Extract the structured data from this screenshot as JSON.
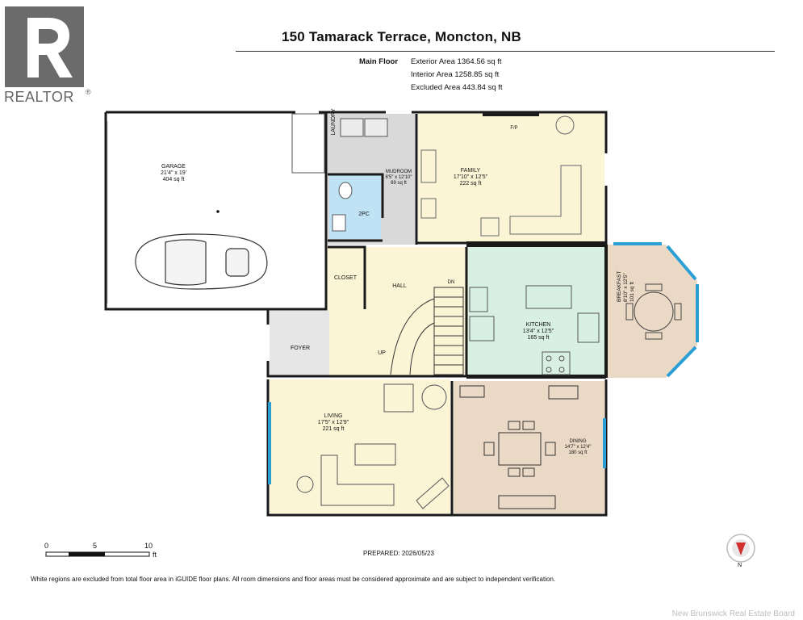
{
  "header": {
    "title": "150 Tamarack Terrace, Moncton, NB",
    "floor_label": "Main Floor",
    "exterior_area": "Exterior Area 1364.56 sq ft",
    "interior_area": "Interior Area 1258.85 sq ft",
    "excluded_area": "Excluded Area 443.84 sq ft"
  },
  "logo": {
    "text": "REALTOR",
    "mark": "®"
  },
  "rooms": {
    "garage": {
      "name": "GARAGE",
      "dims": "21'4\" x 19'",
      "area": "404 sq ft"
    },
    "laundry": {
      "name": "LAUNDRY"
    },
    "mudroom": {
      "name": "MUDROOM",
      "dims": "8'5\" x 12'10\"",
      "area": "69 sq ft"
    },
    "two_pc": {
      "name": "2PC"
    },
    "family": {
      "name": "FAMILY",
      "dims": "17'10\" x 12'5\"",
      "area": "222 sq ft",
      "fp": "F/P"
    },
    "closet": {
      "name": "CLOSET"
    },
    "hall": {
      "name": "HALL"
    },
    "dn": "DN",
    "up": "UP",
    "foyer": {
      "name": "FOYER"
    },
    "kitchen": {
      "name": "KITCHEN",
      "dims": "13'4\" x 12'5\"",
      "area": "165 sq ft"
    },
    "breakfast": {
      "name": "BREAKFAST",
      "dims": "8'10\" x 12'5\"",
      "area": "101 sq ft"
    },
    "living": {
      "name": "LIVING",
      "dims": "17'5\" x 12'9\"",
      "area": "221 sq ft"
    },
    "dining": {
      "name": "DINING",
      "dims": "14'7\" x 12'4\"",
      "area": "180 sq ft"
    }
  },
  "scale": {
    "labels": [
      "0",
      "5",
      "10"
    ],
    "unit": "ft"
  },
  "compass": {
    "label": "N"
  },
  "prepared": "PREPARED: 2026/05/23",
  "footer_note": "White regions are excluded from total floor area in iGUIDE floor plans. All room dimensions and floor areas must be considered approximate and are subject to independent verification.",
  "board": "New Brunswick Real Estate Board",
  "colors": {
    "garage": "#ffffff",
    "laundry": "#d9d9d9",
    "bath": "#bfe3f5",
    "family": "#fbf5d6",
    "closet": "#e3d7c8",
    "hall": "#fbf5d6",
    "foyer": "#e6e6e6",
    "kitchen": "#d8efe3",
    "breakfast": "#ead9c5",
    "living": "#fbf5d6",
    "dining": "#ead9c5",
    "wall": "#1a1a1a",
    "window": "#2a9fd6"
  }
}
